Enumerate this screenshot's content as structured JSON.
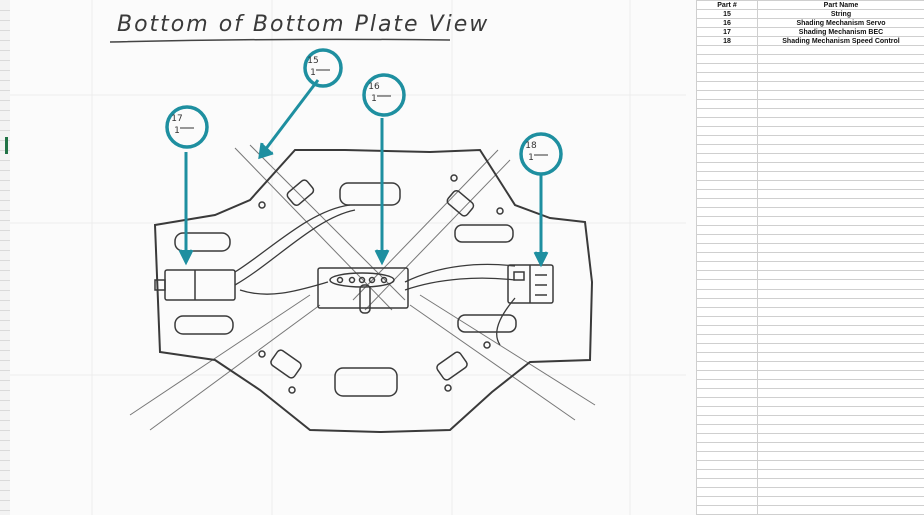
{
  "sketch": {
    "title": "Bottom of Bottom Plate View",
    "callouts": [
      {
        "part": "17",
        "qty": "1"
      },
      {
        "part": "15",
        "qty": "1"
      },
      {
        "part": "16",
        "qty": "1"
      },
      {
        "part": "18",
        "qty": "1"
      }
    ],
    "ink_color": "#1e8fa0"
  },
  "table": {
    "headers": {
      "part_number": "Part #",
      "part_name": "Part Name"
    },
    "rows": [
      {
        "part_number": "15",
        "part_name": "String"
      },
      {
        "part_number": "16",
        "part_name": "Shading Mechanism Servo"
      },
      {
        "part_number": "17",
        "part_name": "Shading Mechanism BEC"
      },
      {
        "part_number": "18",
        "part_name": "Shading Mechanism Speed Control"
      }
    ]
  }
}
